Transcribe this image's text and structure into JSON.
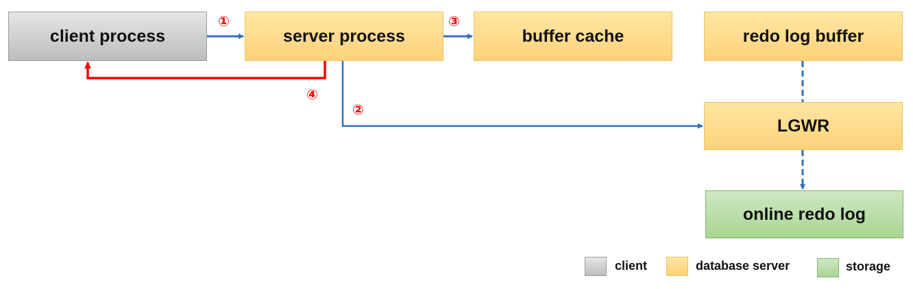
{
  "nodes": {
    "client": "client process",
    "server": "server process",
    "buffer_cache": "buffer cache",
    "redo_log_buffer": "redo log buffer",
    "lgwr": "LGWR",
    "online_redo_log": "online redo log"
  },
  "steps": {
    "step1": "①",
    "step2": "②",
    "step3": "③",
    "step4": "④"
  },
  "legend": {
    "client": "client",
    "database_server": "database server",
    "storage": "storage"
  },
  "colors": {
    "client": "#bdbdbd",
    "database_server": "#fdd27a",
    "storage": "#a9d592",
    "flow_arrow": "#2f6fbf",
    "return_arrow": "#ff0000",
    "step_label": "#ff0000"
  }
}
